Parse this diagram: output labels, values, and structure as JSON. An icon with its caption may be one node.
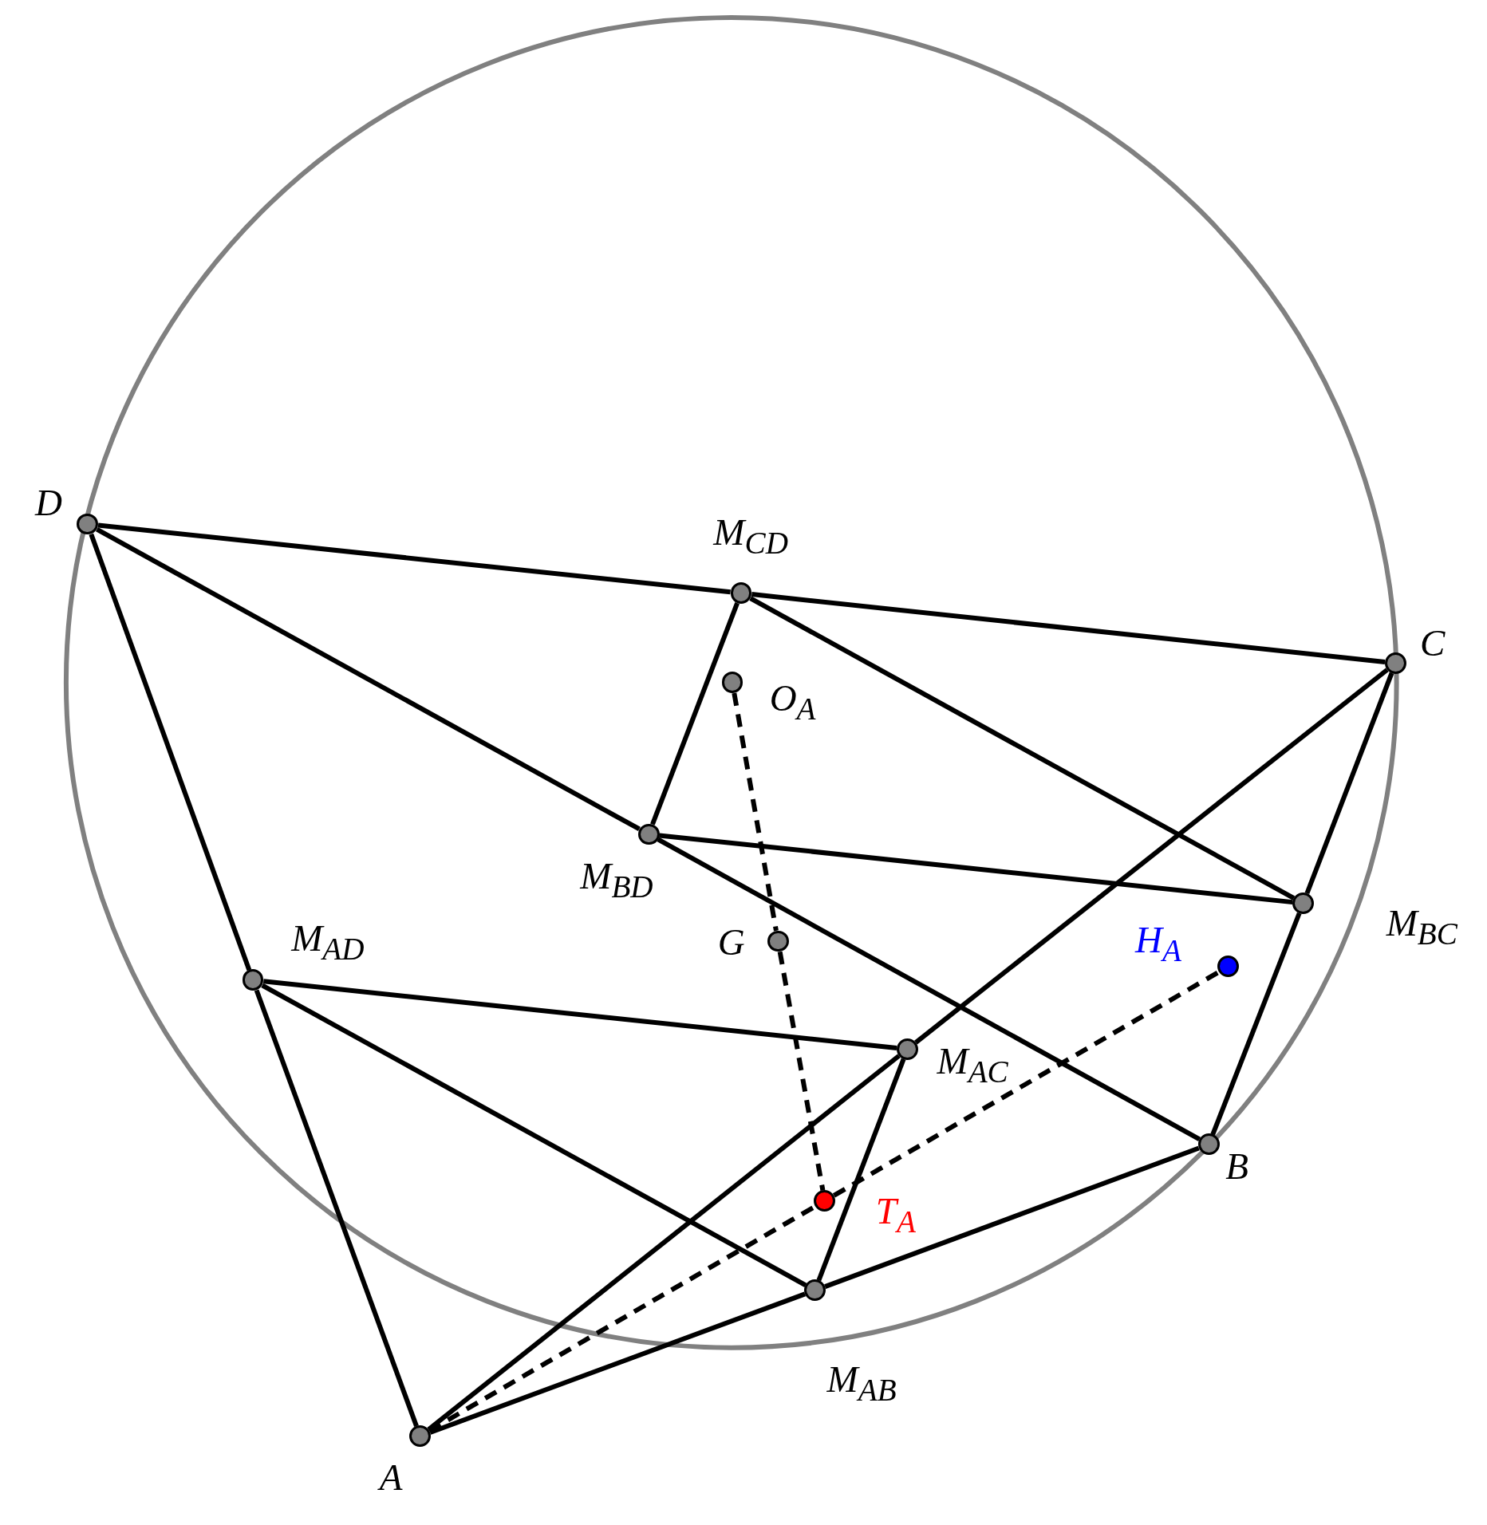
{
  "diagram": {
    "nodes": [
      {
        "text": [],
        "shape": "circle",
        "beside": [
          "D"
        ]
      },
      {
        "text": [],
        "shape": "circle",
        "beside": [
          "M$_{CD}$"
        ]
      },
      {
        "text": [],
        "shape": "circle",
        "beside": [
          "C"
        ]
      },
      {
        "text": [],
        "shape": "circle",
        "beside": [
          "O$_{A}$"
        ]
      },
      {
        "text": [],
        "shape": "circle",
        "beside": [
          "M$_{BD}$"
        ]
      },
      {
        "text": [],
        "shape": "circle",
        "beside": [
          "M$_{BC}$"
        ]
      },
      {
        "text": [],
        "shape": "circle",
        "beside": [
          "G"
        ]
      },
      {
        "text": [],
        "shape": "circle",
        "beside": [
          "H$_{A}$"
        ]
      },
      {
        "text": [],
        "shape": "circle",
        "beside": [
          "M$_{AD}$"
        ]
      },
      {
        "text": [],
        "shape": "circle",
        "beside": [
          "M$_{AC}$"
        ]
      },
      {
        "text": [],
        "shape": "circle",
        "beside": [
          "B"
        ]
      },
      {
        "text": [],
        "shape": "circle",
        "beside": [
          "T$_{A}$"
        ]
      },
      {
        "text": [],
        "shape": "circle",
        "beside": [
          "M$_{AB}$"
        ]
      },
      {
        "text": [],
        "shape": "circle",
        "beside": [
          "A"
        ]
      }
    ],
    "edges": [
      {
        "from": 0,
        "to": 1,
        "arrow": "none"
      },
      {
        "from": 1,
        "to": 2,
        "arrow": "none"
      },
      {
        "from": 0,
        "to": 4,
        "arrow": "none"
      },
      {
        "from": 4,
        "to": 10,
        "arrow": "none"
      },
      {
        "from": 0,
        "to": 8,
        "arrow": "none"
      },
      {
        "from": 8,
        "to": 13,
        "arrow": "none"
      },
      {
        "from": 13,
        "to": 9,
        "arrow": "none"
      },
      {
        "from": 9,
        "to": 2,
        "arrow": "none"
      },
      {
        "from": 13,
        "to": 12,
        "arrow": "none"
      },
      {
        "from": 12,
        "to": 10,
        "arrow": "none"
      },
      {
        "from": 2,
        "to": 5,
        "arrow": "none"
      },
      {
        "from": 5,
        "to": 10,
        "arrow": "none"
      },
      {
        "from": 1,
        "to": 4,
        "arrow": "none"
      },
      {
        "from": 1,
        "to": 5,
        "arrow": "none"
      },
      {
        "from": 4,
        "to": 5,
        "arrow": "none"
      },
      {
        "from": 8,
        "to": 9,
        "arrow": "none"
      },
      {
        "from": 8,
        "to": 12,
        "arrow": "none"
      },
      {
        "from": 9,
        "to": 12,
        "arrow": "none"
      },
      {
        "from": 3,
        "to": 6,
        "arrow": "none",
        "style": "dashed"
      },
      {
        "from": 6,
        "to": 11,
        "arrow": "none",
        "style": "dashed"
      },
      {
        "from": 13,
        "to": 11,
        "arrow": "none",
        "style": "dashed"
      },
      {
        "from": 11,
        "to": 7,
        "arrow": "none",
        "style": "dashed"
      }
    ]
  }
}
